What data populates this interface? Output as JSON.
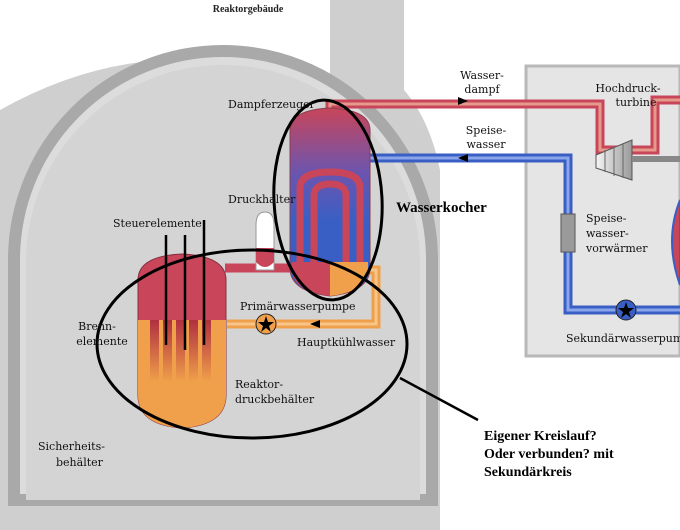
{
  "colors": {
    "building": "#c8c8c8",
    "containment": "#d4d4d4",
    "containment_border": "#a9a9a9",
    "turbine_hall": "#e5e5e5",
    "hot_red": "#c8455a",
    "cold_blue": "#3a5fc4",
    "primary_orange": "#f0a04a",
    "annotation": "#000000"
  },
  "labels": {
    "reactor_building": "Reaktorgebäude",
    "steam_top": "Wasser-",
    "steam_bottom": "dampf",
    "feed_top": "Speise-",
    "feed_bottom": "wasser",
    "steam_generator": "Dampferzeuger",
    "turbine_top": "Hochdruck-",
    "turbine_bottom": "turbine",
    "pressurizer": "Druckhalter",
    "control_rods": "Steuerelemente",
    "fuel_top": "Brenn-",
    "fuel_bottom": "elemente",
    "primary_pump": "Primärwasserpumpe",
    "main_coolant": "Hauptkühlwasser",
    "vessel_top": "Reaktor-",
    "vessel_bottom": "druckbehälter",
    "containment_top": "Sicherheits-",
    "containment_bottom": "behälter",
    "preheater_top": "Speise-",
    "preheater_mid": "wasser-",
    "preheater_bottom": "vorwärmer",
    "secondary_pump": "Sekundärwasserpumpe"
  },
  "annotations": {
    "kettle": "Wasserkocher",
    "question_1": "Eigener Kreislauf?",
    "question_2": "Oder verbunden? mit",
    "question_3": "Sekundärkreis"
  },
  "icons": [
    "pump-icon",
    "turbine-icon",
    "control-rod-icon",
    "fuel-element-icon"
  ]
}
